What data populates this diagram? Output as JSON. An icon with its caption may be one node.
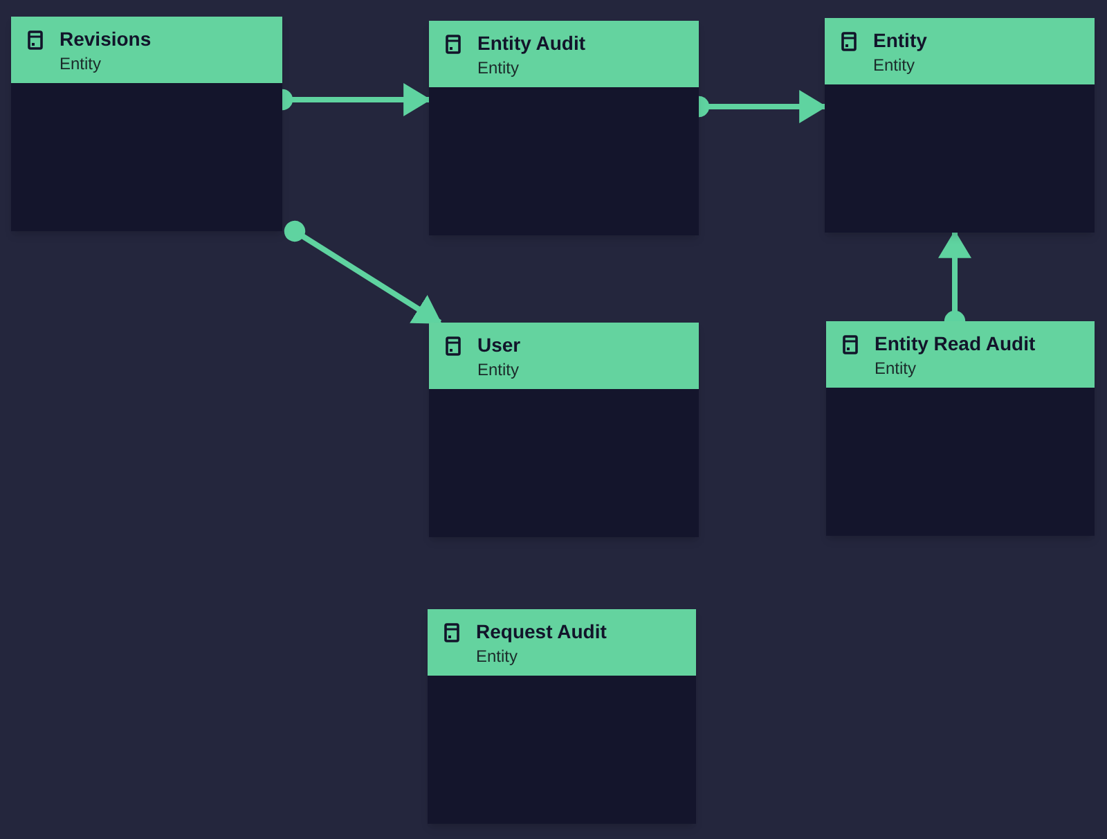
{
  "diagram": {
    "nodes": [
      {
        "text": [
          "Revisions",
          "Entity"
        ]
      },
      {
        "text": [
          "Entity Audit",
          "Entity"
        ]
      },
      {
        "text": [
          "Entity",
          "Entity"
        ]
      },
      {
        "text": [
          "User",
          "Entity"
        ]
      },
      {
        "text": [
          "Entity Read Audit",
          "Entity"
        ]
      },
      {
        "text": [
          "Request Audit",
          "Entity"
        ]
      }
    ],
    "edges": [
      {
        "from": 0,
        "to": 1,
        "arrow": "to"
      },
      {
        "from": 1,
        "to": 2,
        "arrow": "to"
      },
      {
        "from": 0,
        "to": 3,
        "arrow": "to"
      },
      {
        "from": 4,
        "to": 2,
        "arrow": "to"
      }
    ]
  }
}
